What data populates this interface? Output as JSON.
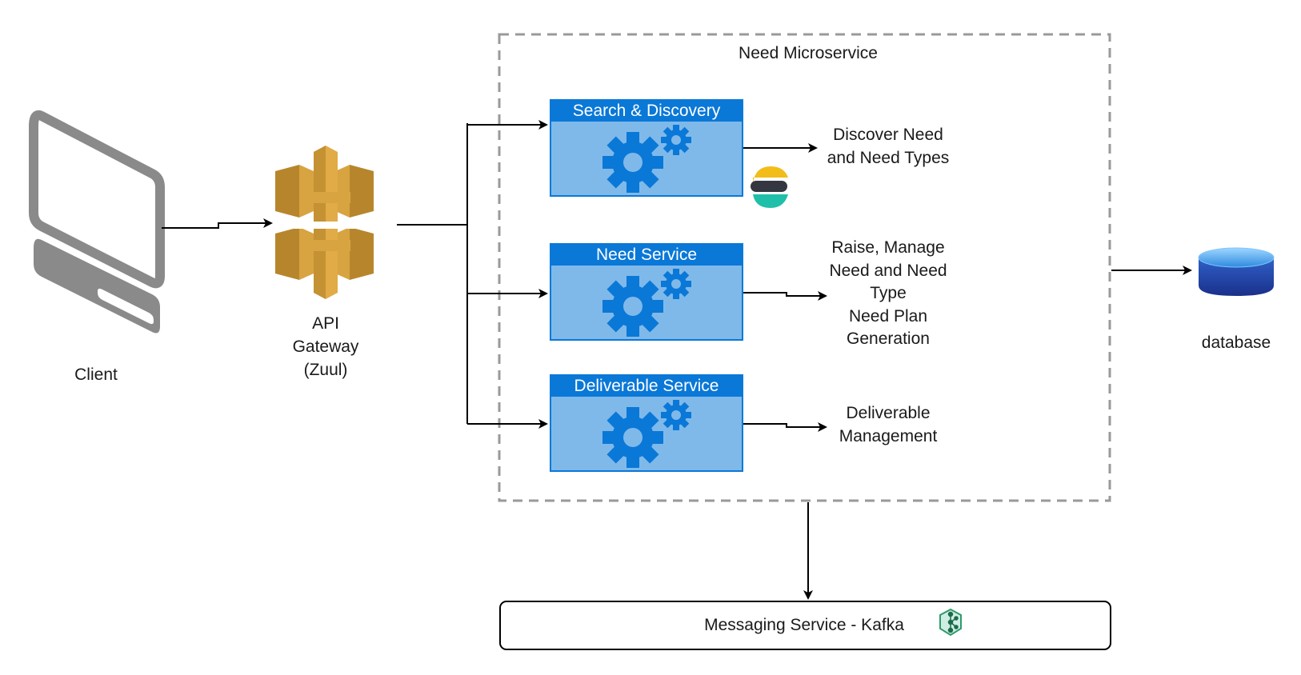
{
  "client": {
    "label": "Client",
    "icon": "monitor-icon"
  },
  "gateway": {
    "label_lines": [
      "API",
      "Gateway",
      "(Zuul)"
    ],
    "icon": "api-gateway-icon"
  },
  "microservice": {
    "title": "Need Microservice",
    "services": [
      {
        "title": "Search & Discovery",
        "icon": "gears-icon",
        "description_lines": [
          "Discover Need",
          "and Need Types"
        ],
        "badge_icon": "elasticsearch-icon"
      },
      {
        "title": "Need Service",
        "icon": "gears-icon",
        "description_lines": [
          "Raise, Manage",
          "Need and Need",
          "Type",
          "Need Plan",
          "Generation"
        ]
      },
      {
        "title": "Deliverable Service",
        "icon": "gears-icon",
        "description_lines": [
          "Deliverable",
          "Management"
        ]
      }
    ]
  },
  "database": {
    "label": "database",
    "icon": "database-icon"
  },
  "messaging": {
    "label": "Messaging Service - Kafka",
    "icon": "kafka-icon"
  },
  "colors": {
    "service_header": "#0a78d7",
    "service_body": "#7fb9ea",
    "gear": "#0a78d7",
    "gateway_gold": "#d8a441",
    "monitor_gray": "#8a8a8a",
    "dashed_border": "#9a9a9a"
  }
}
